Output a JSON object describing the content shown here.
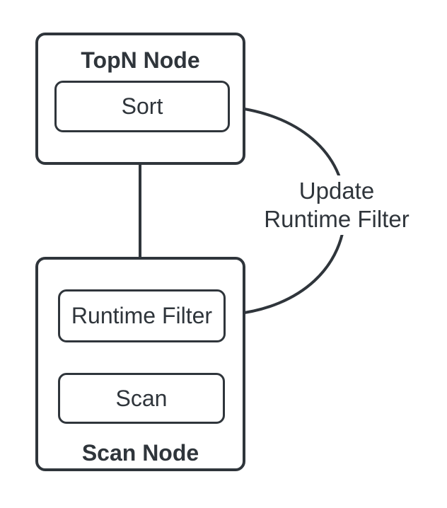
{
  "diagram": {
    "background_color": "#ffffff",
    "stroke_color": "#2f353b",
    "text_color": "#2f353b",
    "topn_node": {
      "title": "TopN Node",
      "operator": "Sort"
    },
    "scan_node": {
      "title": "Scan Node",
      "runtime_filter_operator": "Runtime Filter",
      "scan_operator": "Scan"
    },
    "edges": {
      "runtime_filter_to_sort": "arrow-up",
      "scan_to_runtime_filter": "arrow-up",
      "update_label": "Update\nRuntime Filter"
    }
  }
}
